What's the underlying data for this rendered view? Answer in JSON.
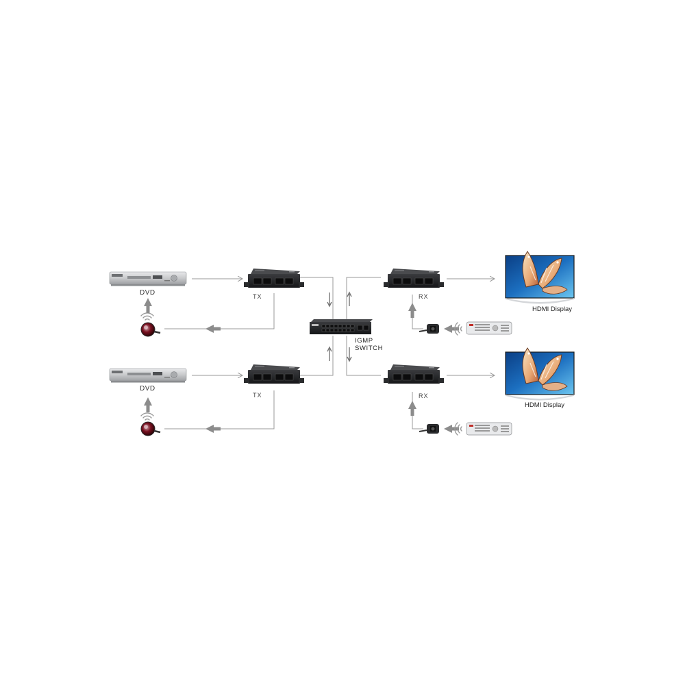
{
  "sources": [
    {
      "device_label": "DVD"
    },
    {
      "device_label": "DVD"
    }
  ],
  "transmitters": [
    {
      "label": "TX"
    },
    {
      "label": "TX"
    }
  ],
  "receivers": [
    {
      "label": "RX"
    },
    {
      "label": "RX"
    }
  ],
  "displays": [
    {
      "label": "HDMI Display"
    },
    {
      "label": "HDMI Display"
    }
  ],
  "switch": {
    "label_line1": "IGMP",
    "label_line2": "SWITCH"
  },
  "colors": {
    "dvd_body": "#c9cacc",
    "device_black": "#1e1f21",
    "line": "#9a9a9a",
    "arrow": "#8c8c8c",
    "screen_blue": "#1c6fc0",
    "ir_red": "#7a1020"
  },
  "icons": [
    "dvd-player-icon",
    "ir-sensor-icon",
    "ir-blaster-icon",
    "remote-control-icon",
    "tv-display-icon",
    "network-switch-icon"
  ]
}
